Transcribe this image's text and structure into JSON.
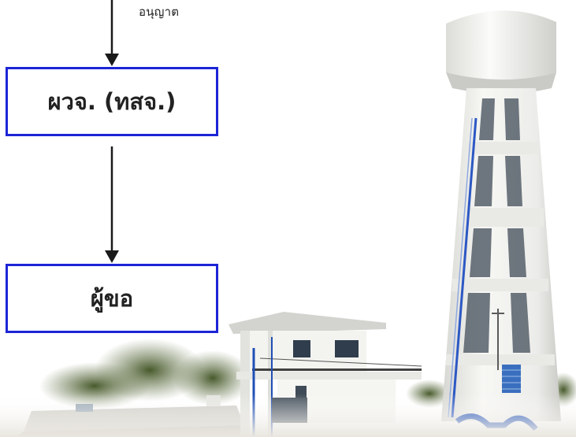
{
  "diagram": {
    "top_note": "อนุญาต",
    "nodes": [
      {
        "id": "pwj",
        "label": "ผวจ. (ทสจ.)"
      },
      {
        "id": "applicant",
        "label": "ผู้ขอ"
      }
    ],
    "edges": [
      {
        "from": "",
        "to": "pwj"
      },
      {
        "from": "pwj",
        "to": "applicant"
      }
    ]
  },
  "photo": {
    "subject": "water-tower-and-pump-station",
    "colors": {
      "tower": "#f1f1ee",
      "tower_shadow": "#cfcfcb",
      "sky": "#ffffff",
      "trees": "#4c5b32",
      "roof": "#d9d9d6",
      "pipe": "#1f4fb6",
      "grille": "#3a6fbf"
    }
  }
}
